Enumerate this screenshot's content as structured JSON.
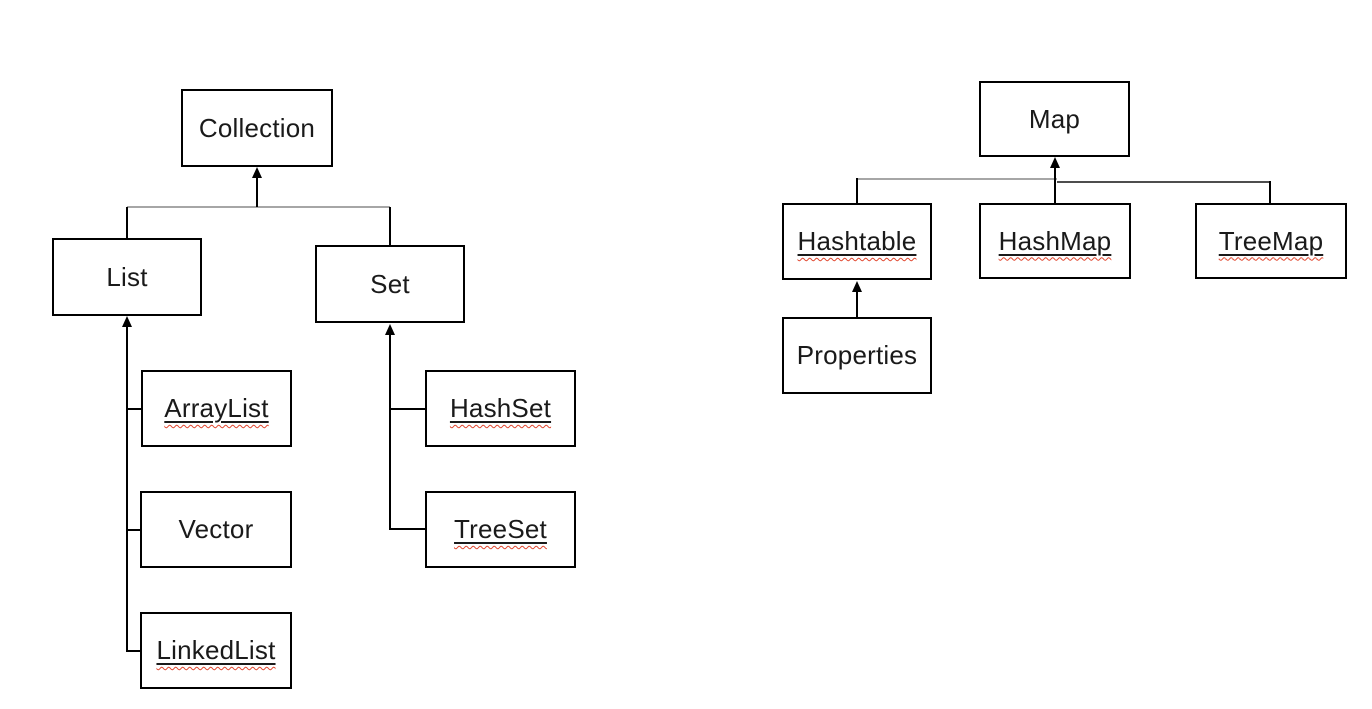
{
  "diagram": {
    "description": "Class hierarchy diagram of Java collection interfaces and implementations",
    "nodes": {
      "collection": {
        "label": "Collection"
      },
      "list": {
        "label": "List"
      },
      "set": {
        "label": "Set"
      },
      "arraylist": {
        "label": "ArrayList"
      },
      "vector": {
        "label": "Vector"
      },
      "linkedlist": {
        "label": "LinkedList"
      },
      "hashset": {
        "label": "HashSet"
      },
      "treeset": {
        "label": "TreeSet"
      },
      "map": {
        "label": "Map"
      },
      "hashtable": {
        "label": "Hashtable"
      },
      "hashmap": {
        "label": "HashMap"
      },
      "treemap": {
        "label": "TreeMap"
      },
      "properties": {
        "label": "Properties"
      }
    },
    "edges": [
      {
        "from": "List",
        "to": "Collection",
        "arrow": "up"
      },
      {
        "from": "Set",
        "to": "Collection",
        "arrow": "up"
      },
      {
        "from": "ArrayList",
        "to": "List",
        "arrow": "up"
      },
      {
        "from": "Vector",
        "to": "List",
        "arrow": "up"
      },
      {
        "from": "LinkedList",
        "to": "List",
        "arrow": "up"
      },
      {
        "from": "HashSet",
        "to": "Set",
        "arrow": "up"
      },
      {
        "from": "TreeSet",
        "to": "Set",
        "arrow": "up"
      },
      {
        "from": "Hashtable",
        "to": "Map",
        "arrow": "up"
      },
      {
        "from": "HashMap",
        "to": "Map",
        "arrow": "up"
      },
      {
        "from": "TreeMap",
        "to": "Map",
        "arrow": "up"
      },
      {
        "from": "Properties",
        "to": "Hashtable",
        "arrow": "up"
      }
    ],
    "colors": {
      "background": "#ffffff",
      "box_border": "#000000",
      "text": "#1a1a1a",
      "connector_black": "#000000",
      "connector_gray": "#a6a6a6",
      "connector_dark": "#4d4d4d",
      "spellcheck_squiggle": "#e0442c"
    }
  }
}
